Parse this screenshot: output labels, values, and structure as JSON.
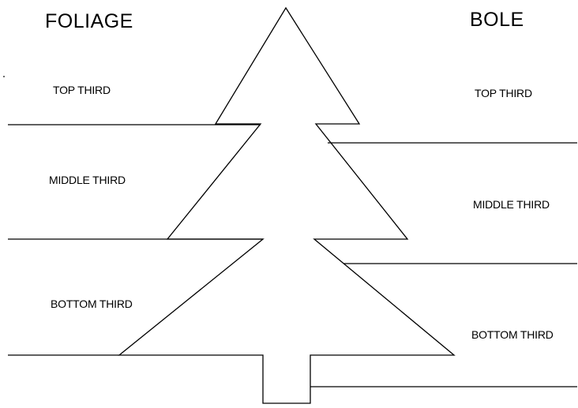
{
  "headings": {
    "foliage": "FOLIAGE",
    "bole": "BOLE"
  },
  "foliage_sections": {
    "top": "TOP THIRD",
    "middle": "MIDDLE THIRD",
    "bottom": "BOTTOM THIRD"
  },
  "bole_sections": {
    "top": "TOP THIRD",
    "middle": "MIDDLE THIRD",
    "bottom": "BOTTOM THIRD"
  },
  "colors": {
    "line": "#000000",
    "background": "#ffffff"
  }
}
